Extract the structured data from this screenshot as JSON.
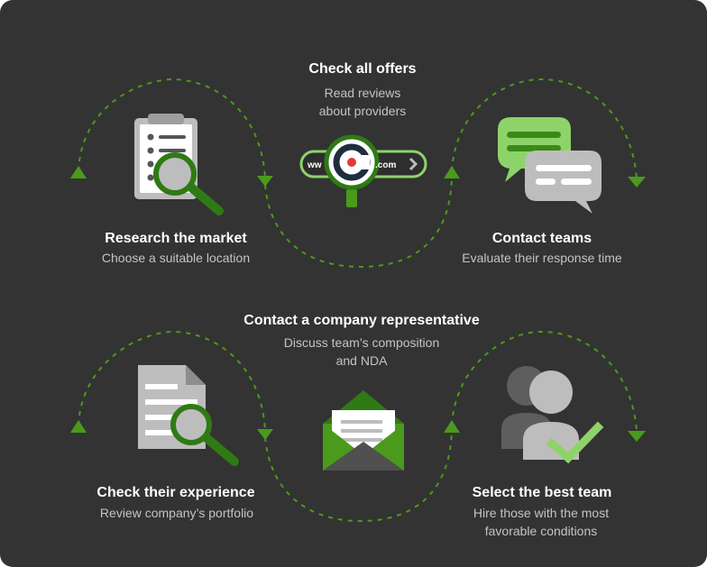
{
  "steps": {
    "research": {
      "title": "Research the market",
      "subtitle": "Choose a suitable location"
    },
    "offers": {
      "title": "Check all offers",
      "subtitle_line1": "Read reviews",
      "subtitle_line2": "about providers"
    },
    "contact": {
      "title": "Contact teams",
      "subtitle": "Evaluate their response time"
    },
    "experience": {
      "title": "Check their experience",
      "subtitle": "Review company’s portfolio"
    },
    "representative": {
      "title": "Contact a company representative",
      "subtitle_line1": "Discuss team’s composition",
      "subtitle_line2": "and NDA"
    },
    "select": {
      "title": "Select the best team",
      "subtitle_line1": "Hire those with the most",
      "subtitle_line2": "favorable conditions"
    }
  },
  "url_bar": {
    "prefix": "ww",
    "suffix": ".com"
  },
  "colors": {
    "background": "#333333",
    "accent_green": "#4a9a1c",
    "light_green": "#8ed36a",
    "dark_green": "#2f7a14",
    "icon_gray": "#bdbdbd",
    "text_white": "#ffffff",
    "text_gray": "#c4c4c4"
  },
  "icons": [
    "clipboard-icon",
    "magnifier-icon",
    "chat-bubbles-icon",
    "document-icon",
    "envelope-icon",
    "people-icon",
    "checkmark-icon",
    "url-bar-icon"
  ]
}
